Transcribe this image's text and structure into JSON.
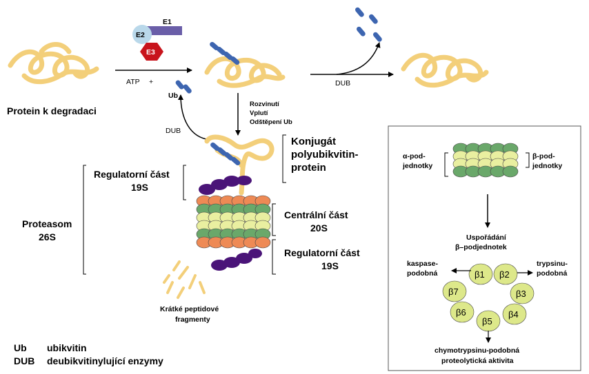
{
  "enzymes": {
    "e1": "E1",
    "e2": "E2",
    "e3": "E3"
  },
  "step1": {
    "atp": "ATP",
    "plus": "+",
    "ub": "Ub"
  },
  "protein_label": "Protein k degradaci",
  "dub_top": "DUB",
  "dub_left": "DUB",
  "unfold": {
    "line1": "Rozvinutí",
    "line2": "Vplutí",
    "line3": "Odštěpení Ub"
  },
  "conjugate": {
    "line1": "Konjugát",
    "line2": "polyubikvitin-",
    "line3": "protein"
  },
  "reg_top": {
    "line1": "Regulatorní část",
    "line2": "19S"
  },
  "central": {
    "line1": "Centrální část",
    "line2": "20S"
  },
  "reg_bottom": {
    "line1": "Regulatorní část",
    "line2": "19S"
  },
  "proteasome": {
    "line1": "Proteasom",
    "line2": "26S"
  },
  "peptides": {
    "line1": "Krátké peptidové",
    "line2": "fragmenty"
  },
  "legend": [
    {
      "abbr": "Ub",
      "text": "ubikvitin"
    },
    {
      "abbr": "DUB",
      "text": "deubikvitinylující enzymy"
    }
  ],
  "inset": {
    "alpha": {
      "line1": "α-pod-",
      "line2": "jednotky"
    },
    "beta": {
      "line1": "β-pod-",
      "line2": "jednotky"
    },
    "arrange": {
      "line1": "Uspořádání",
      "line2": "β–podjednotek"
    },
    "caspase": {
      "line1": "kaspase-",
      "line2": "podobná"
    },
    "trypsin": {
      "line1": "trypsinu-",
      "line2": "podobná"
    },
    "chymo": {
      "line1": "chymotrypsinu-podobná",
      "line2": "proteolytická aktivita"
    },
    "subunits": [
      "β1",
      "β2",
      "β3",
      "β4",
      "β5",
      "β6",
      "β7"
    ]
  },
  "colors": {
    "protein": "#f3cf7a",
    "ubiquitin": "#3d65b0",
    "e1": "#6a5ea8",
    "e2": "#b9d8ea",
    "e3": "#c8141c",
    "orange_ring": "#ee8a55",
    "green_ring": "#6aa86a",
    "yellow_ring": "#e9efa0",
    "purple_cap": "#4a1478",
    "beta_fill": "#dde88a"
  }
}
